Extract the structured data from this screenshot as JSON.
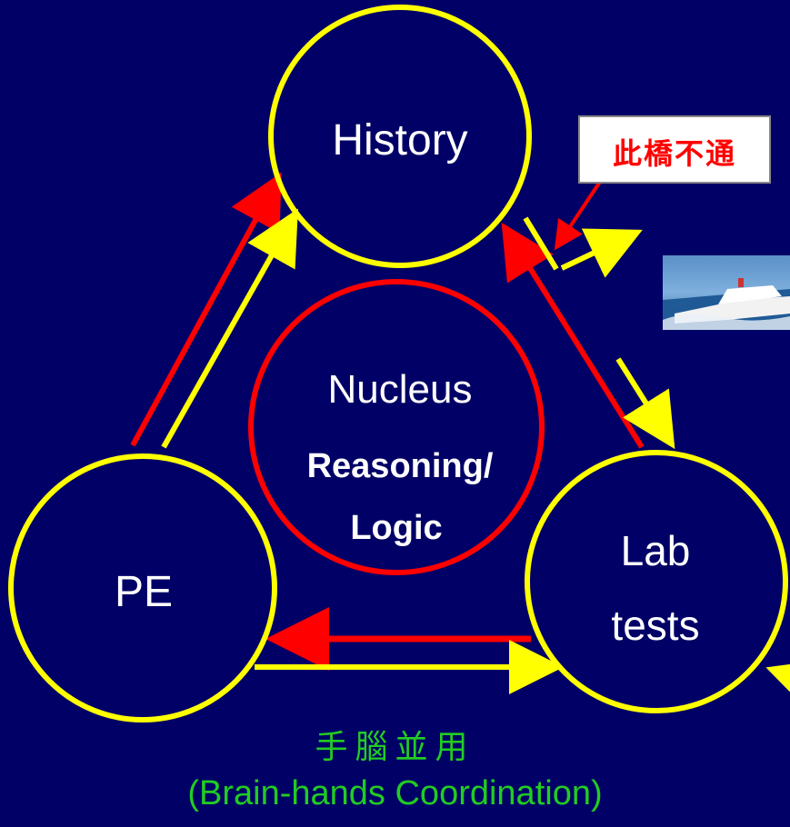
{
  "nodes": {
    "history": "History",
    "nucleus_title": "Nucleus",
    "nucleus_line1": "Reasoning/",
    "nucleus_line2": "Logic",
    "pe": "PE",
    "lab_line1": "Lab",
    "lab_line2": "tests"
  },
  "callout": {
    "text": "此橋不通"
  },
  "caption": {
    "chinese": "手腦並用",
    "english": "(Brain-hands Coordination)"
  },
  "colors": {
    "background": "#000066",
    "node_circle": "#ffff00",
    "nucleus_circle": "#ff0000",
    "arrow_red": "#ff0000",
    "arrow_yellow": "#ffff00",
    "caption": "#22cc22",
    "callout_text": "#ff0000"
  },
  "images": {
    "ship": "cruise-ship-photo"
  }
}
